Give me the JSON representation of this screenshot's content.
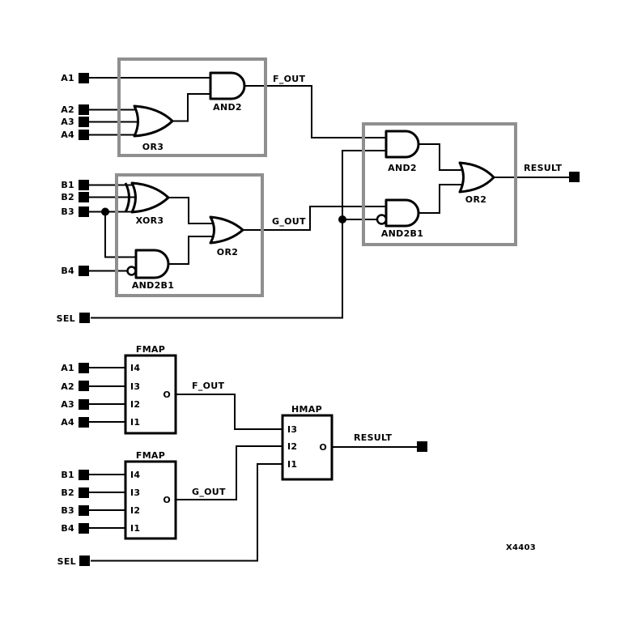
{
  "colors": {
    "background": "#ffffff",
    "wire": "#000000",
    "group_box": "#8f8f8f"
  },
  "gate_section": {
    "sel_label": "SEL",
    "f_block": {
      "inputs": [
        "A1",
        "A2",
        "A3",
        "A4"
      ],
      "or3_label": "OR3",
      "and2_label": "AND2",
      "net_label": "F_OUT"
    },
    "g_block": {
      "inputs": [
        "B1",
        "B2",
        "B3",
        "B4"
      ],
      "xor3_label": "XOR3",
      "and2b1_label": "AND2B1",
      "or2_label": "OR2",
      "net_label": "G_OUT"
    },
    "mux_block": {
      "and2_label": "AND2",
      "and2b1_label": "AND2B1",
      "or2_label": "OR2",
      "result_label": "RESULT"
    }
  },
  "map_section": {
    "sel_label": "SEL",
    "fmap_f": {
      "title": "FMAP",
      "inputs": [
        "A1",
        "A2",
        "A3",
        "A4"
      ],
      "pins": [
        "I4",
        "I3",
        "I2",
        "I1"
      ],
      "output_pin": "O",
      "net_label": "F_OUT"
    },
    "fmap_g": {
      "title": "FMAP",
      "inputs": [
        "B1",
        "B2",
        "B3",
        "B4"
      ],
      "pins": [
        "I4",
        "I3",
        "I2",
        "I1"
      ],
      "output_pin": "O",
      "net_label": "G_OUT"
    },
    "hmap": {
      "title": "HMAP",
      "pins": [
        "I3",
        "I2",
        "I1"
      ],
      "output_pin": "O",
      "result_label": "RESULT"
    }
  },
  "figure_id": "X4403"
}
